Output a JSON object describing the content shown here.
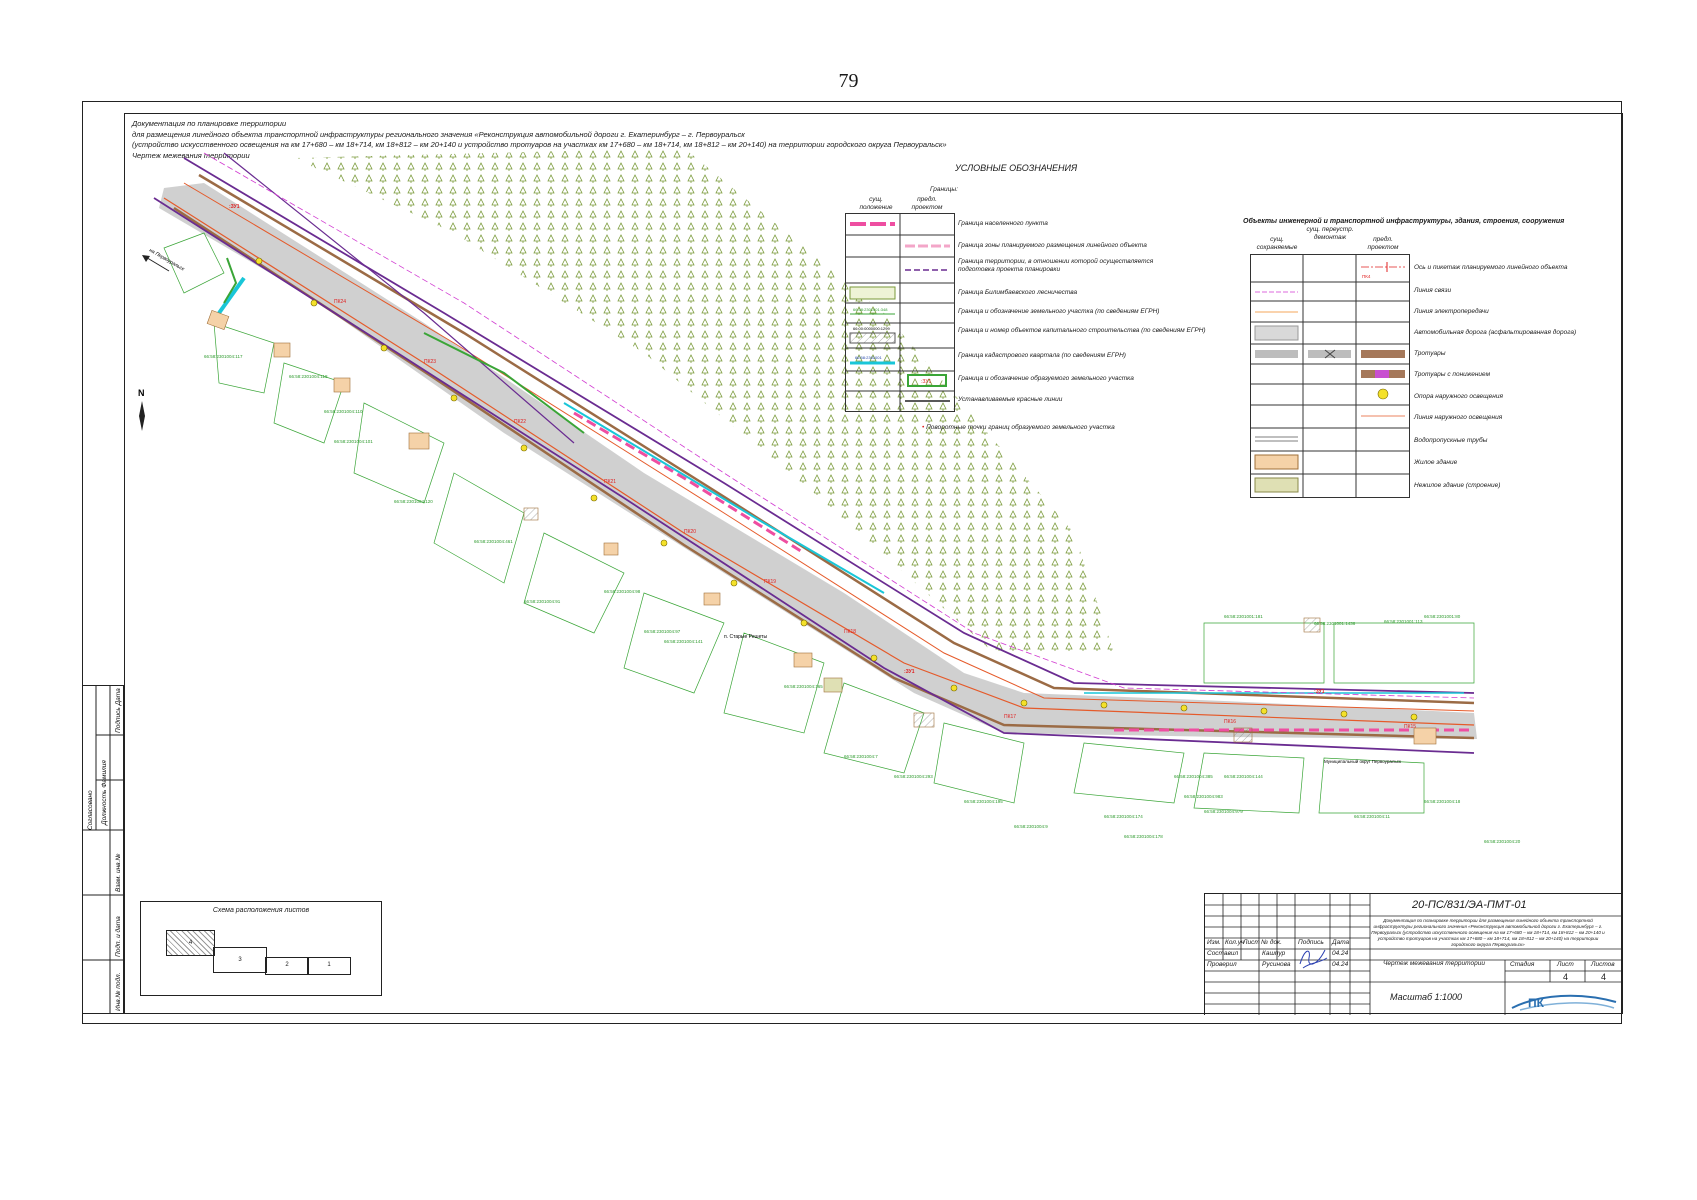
{
  "page_number": "79",
  "header": {
    "line1": "Документация по планировке территории",
    "line2": "для размещения линейного объекта транспортной инфраструктуры регионального значения «Реконструкция автомобильной дороги г. Екатеринбург – г. Первоуральск",
    "line3": "(устройство искусственного освещения на км 17+680 – км 18+714, км 18+812 – км 20+140 и устройство тротуаров на участках км 17+680 – км 18+714, км 18+812 – км 20+140) на территории городского округа Первоуральск»",
    "line4": "Чертеж межевания территории"
  },
  "legend_left": {
    "title": "УСЛОВНЫЕ ОБОЗНАЧЕНИЯ",
    "subtitle": "Границы:",
    "col1": "сущ. положение",
    "col2": "предл. проектом",
    "items": [
      "Граница населенного пункта",
      "Граница зоны планируемого размещения линейного объекта",
      "Граница территории, в отношении которой осуществляется подготовка проекта планировки",
      "Граница Билимбаевского лесничества",
      "Граница и обозначение земельного участка (по сведениям ЕГРН)",
      "Граница и номер объектов капитального строительства (по сведениям ЕГРН)",
      "Граница кадастрового квартала (по сведениям ЕГРН)",
      "Граница и обозначение образуемого земельного участка",
      "Устанавливаемые красные линии"
    ],
    "sample_parcel": "66:58:2301001:348",
    "sample_oks": "66:00:0000000:1299",
    "sample_quarter": "66:58:2301001",
    "sample_zu": ":ЗУ1",
    "points_note": "Поворотные точки границ образуемого земельного участка"
  },
  "legend_right": {
    "title": "Объекты инженерной и транспортной инфраструктуры, здания, строения, сооружения",
    "col1": "сущ. сохраняемые",
    "col2": "сущ. переустр. демонтаж",
    "col3": "предл. проектом",
    "items": [
      "Ось и пикетаж планируемого линейного объекта",
      "Линия связи",
      "Линия электропередачи",
      "Автомобильная дорога (асфальтированная дорога)",
      "Тротуары",
      "Тротуары с понижением",
      "Опора наружного освещения",
      "Линия наружного освещения",
      "Водопропускные трубы",
      "Жилое здание",
      "Нежилое здание (строение)"
    ],
    "picket": "ПК4"
  },
  "map_labels": {
    "north": "N",
    "direction": "на Первоуральск",
    "village": "п. Старые Решеты",
    "municipal1": "Муниципальный округ Первоуральск",
    "parcels": [
      "66:58:2301004:117",
      "66:58:2301004:118",
      "66:58:2301004:110",
      "66:58:2301004:101",
      "66:58:2301004:120",
      "66:58:2301004:461",
      "66:58:2301004:91",
      "66:58:2301004:98",
      "66:58:2301004:97",
      "66:58:2301004:141",
      "66:58:2301004:7",
      "66:58:2301004:165",
      "66:58:2301004:293",
      "66:58:2301004:195",
      "66:58:2301004:9",
      "66:58:2301004:174",
      "66:58:2301004:178",
      "66:58:2301001:181",
      "66:58:2301001:1436",
      "66:58:2301001:113",
      "66:58:2301001:80",
      "66:58:2301004:385",
      "66:58:2301004:144",
      "66:58:2301004:983",
      "66:58:2301004:979",
      "66:58:2301004:11",
      "66:58:2301004:18",
      "66:58:2301004:20"
    ],
    "zu_labels": [
      ":ЗУ1",
      ":ЗУ1",
      ":ЗУ1"
    ],
    "pk_labels": [
      "ПК24",
      "ПК23",
      "ПК22",
      "ПК21",
      "ПК20",
      "ПК19",
      "ПК18",
      "ПК17",
      "ПК16",
      "ПК15"
    ]
  },
  "scheme": {
    "title": "Схема расположения листов",
    "sheets": [
      "4",
      "3",
      "2",
      "1"
    ]
  },
  "side_strip": [
    "Согласовано",
    "Должность Фамилия",
    "Подпись Дата",
    "Взам. инв.№",
    "Подп. и дата",
    "Инв.№ подл."
  ],
  "stamp": {
    "code": "20-ПС/831/ЭА-ПМТ-01",
    "description": "Документация по планировке территории для размещения линейного объекта транспортной инфраструктуры регионального значения «Реконструкция автомобильной дороги г. Екатеринбург – г. Первоуральск (устройство искусственного освещения на км 17+680 – км 18+714, км 18+812 – км 20+140 и устройство тротуаров на участках км 17+680 – км 18+714, км 18+812 – км 20+140) на территории городского округа Первоуральск»",
    "headers": [
      "Изм.",
      "Кол.уч",
      "Лист",
      "№ док.",
      "Подпись",
      "Дата"
    ],
    "row1": {
      "role": "Составил",
      "name": "Кашпур",
      "date": "04.24"
    },
    "row2": {
      "role": "Проверил",
      "name": "Русинова",
      "date": "04.24"
    },
    "title": "Чертеж межевания территории",
    "stage_label": "Стадия",
    "sheet_label": "Лист",
    "sheets_label": "Листов",
    "sheet": "4",
    "sheets": "4",
    "scale": "Масштаб 1:1000",
    "logo": "ПК"
  },
  "colors": {
    "road": "#c8c8c8",
    "boundary_purple": "#6a2c91",
    "pink": "#ee4ea1",
    "cyan": "#19c6d8",
    "green": "#3aa537",
    "orange": "#f08a24",
    "brown": "#9b6b45",
    "red": "#e02020",
    "forest": "#7a9a3a"
  }
}
